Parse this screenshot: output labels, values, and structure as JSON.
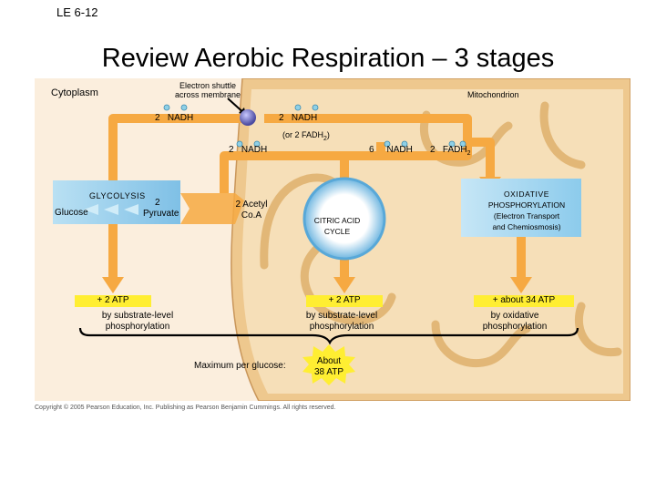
{
  "slide": {
    "code": "LE 6-12",
    "title": "Review Aerobic Respiration – 3 stages",
    "copyright": "Copyright © 2005 Pearson Education, Inc. Publishing as Pearson Benjamin Cummings. All rights reserved."
  },
  "compartments": {
    "cytoplasm": "Cytoplasm",
    "mitochondrion": "Mitochondrion"
  },
  "shuttle": {
    "line1": "Electron shuttle",
    "line2": "across membrane",
    "left_count": "2",
    "left_carrier": "NADH",
    "right_count": "2",
    "right_carrier": "NADH",
    "alt": "(or 2 FADH",
    "alt_sub": "2",
    "alt_end": ")"
  },
  "acetyl_nadh": {
    "count": "2",
    "carrier": "NADH"
  },
  "krebs_outputs": {
    "nadh_count": "6",
    "nadh": "NADH",
    "fadh_count": "2",
    "fadh": "FADH",
    "fadh_sub": "2"
  },
  "stages": {
    "glycolysis": {
      "name": "Glycolysis",
      "input": "Glucose",
      "output_count": "2",
      "output": "Pyruvate"
    },
    "acetyl": {
      "line1": "2 Acetyl",
      "line2": "Co.A"
    },
    "citric": {
      "line1": "Citric acid",
      "line2": "cycle"
    },
    "oxphos": {
      "line1": "Oxidative",
      "line2": "phosphorylation",
      "line3": "(Electron Transport",
      "line4": "and Chemiosmosis)"
    }
  },
  "atp": {
    "glycolysis": {
      "amount": "+ 2 ATP",
      "line1": "by substrate-level",
      "line2": "phosphorylation"
    },
    "citric": {
      "amount": "+ 2 ATP",
      "line1": "by substrate-level",
      "line2": "phosphorylation"
    },
    "oxphos": {
      "amount": "+ about 34 ATP",
      "line1": "by oxidative",
      "line2": "phosphorylation"
    }
  },
  "summary": {
    "label": "Maximum per glucose:",
    "line1": "About",
    "line2": "38 ATP"
  },
  "colors": {
    "cytoplasm_bg": "#fbeedd",
    "mito_outer": "#eec88e",
    "mito_inner": "#f6dfb8",
    "arrow": "#f6a942",
    "glycolysis": "#9fd0ec",
    "oxphos": "#9fd0ec",
    "atp_yellow": "#ffee32"
  }
}
